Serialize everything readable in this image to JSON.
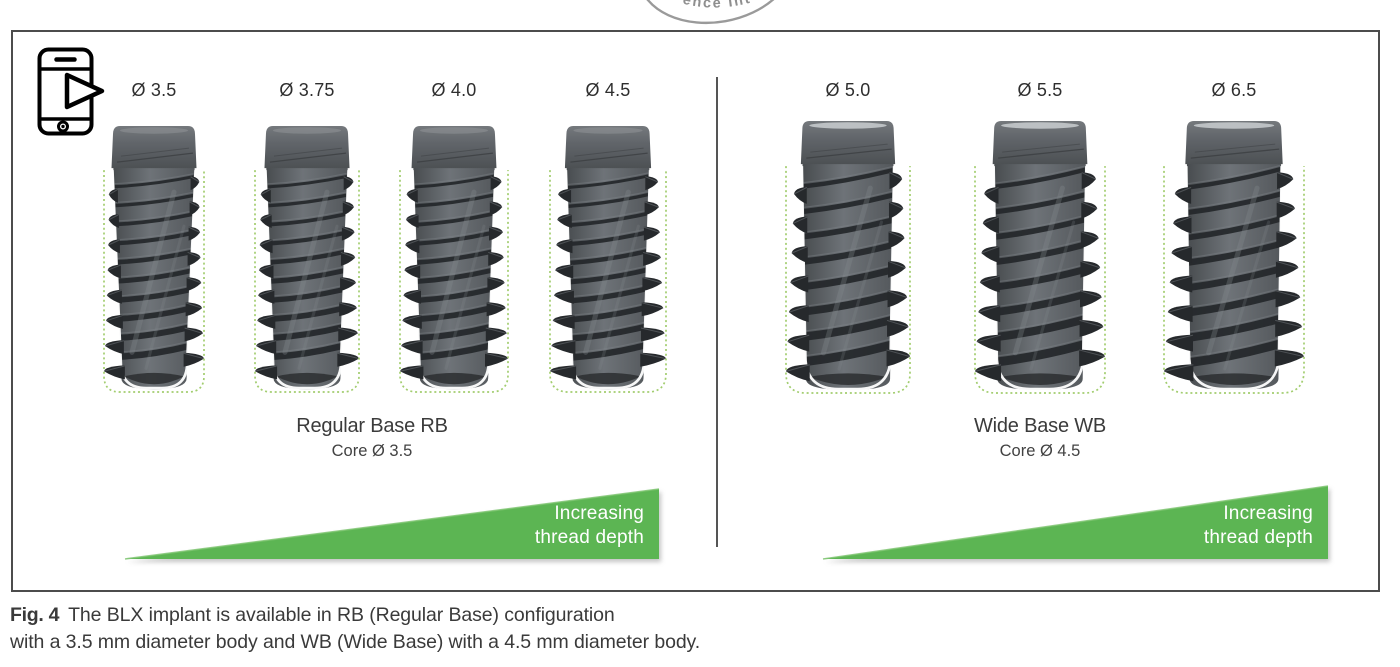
{
  "stamp": {
    "text": "ence Int"
  },
  "figure": {
    "icon": {
      "name": "smartphone-video-play"
    },
    "groups": [
      {
        "id": "rb",
        "name": "Regular Base RB",
        "core_label": "Core Ø 3.5",
        "implants": [
          {
            "label": "Ø 3.5"
          },
          {
            "label": "Ø 3.75"
          },
          {
            "label": "Ø 4.0"
          },
          {
            "label": "Ø 4.5"
          }
        ],
        "wedge": {
          "line1": "Increasing",
          "line2": "thread depth"
        }
      },
      {
        "id": "wb",
        "name": "Wide Base WB",
        "core_label": "Core Ø 4.5",
        "implants": [
          {
            "label": "Ø 5.0"
          },
          {
            "label": "Ø 5.5"
          },
          {
            "label": "Ø 6.5"
          }
        ],
        "wedge": {
          "line1": "Increasing",
          "line2": "thread depth"
        }
      }
    ]
  },
  "caption": {
    "label": "Fig. 4",
    "line1": "The BLX implant is available in RB (Regular Base) configuration",
    "line2": "with a 3.5 mm diameter body and WB (Wide Base) with a 4.5 mm diameter body."
  },
  "colors": {
    "wedge_green": "#5cb553",
    "dotted_green": "#9dca67",
    "implant_dark": "#24272a",
    "implant_mid": "#5d6165",
    "stamp_gray": "#969696",
    "caption_text": "#3a3a3a"
  }
}
